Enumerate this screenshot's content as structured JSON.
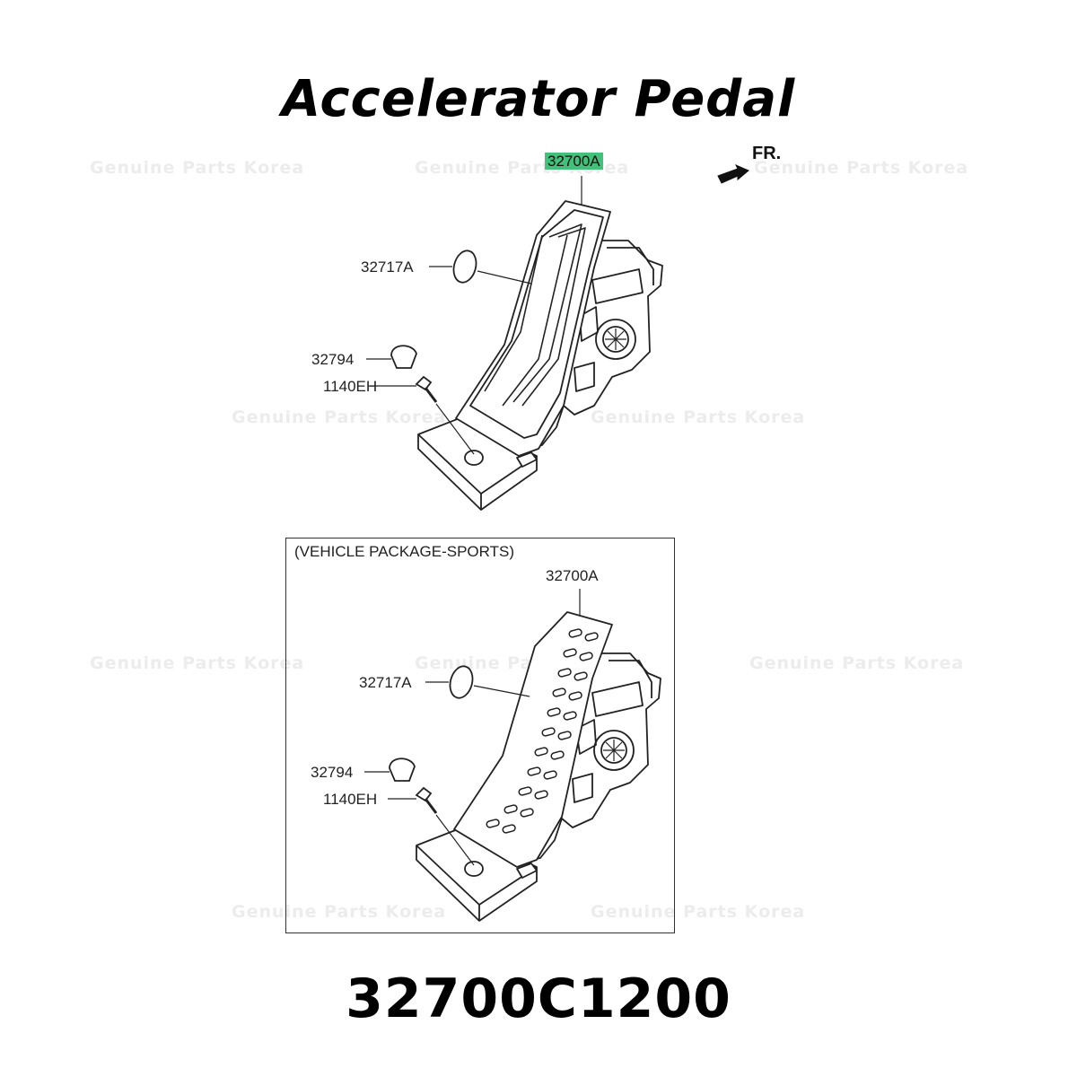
{
  "title": "Accelerator Pedal",
  "part_number": "32700C1200",
  "watermark": "Genuine Parts Korea",
  "direction_label": "FR.",
  "highlight_color": "#43c07a",
  "top_diagram": {
    "callouts": {
      "assembly": "32700A",
      "pad": "32717A",
      "cap": "32794",
      "bolt": "1140EH"
    }
  },
  "sports_diagram": {
    "package_label": "(VEHICLE PACKAGE-SPORTS)",
    "callouts": {
      "assembly": "32700A",
      "pad": "32717A",
      "cap": "32794",
      "bolt": "1140EH"
    }
  }
}
